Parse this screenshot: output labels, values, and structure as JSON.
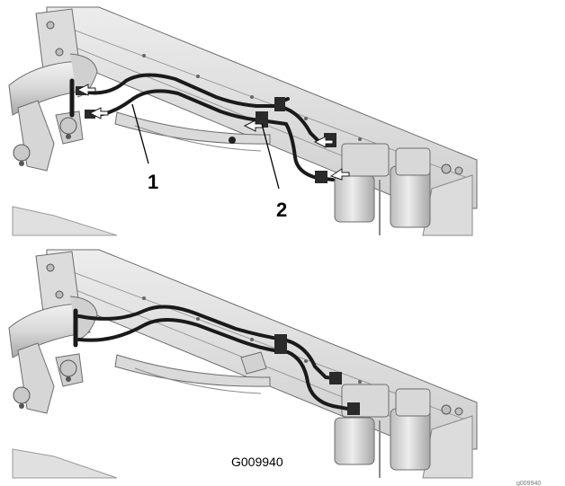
{
  "callouts": {
    "one": "1",
    "two": "2"
  },
  "figure_id": "G009940",
  "corner_id": "g009940",
  "colors": {
    "frame_fill": "#e2e2e2",
    "frame_edge": "#6d6d6d",
    "hose": "#1a1a1a",
    "filter_fill": "#d4d4d4",
    "background": "#ffffff"
  },
  "icons": [
    "frame-rail-icon",
    "hose-line-icon",
    "fuel-filter-icon",
    "clamp-icon",
    "arrow-indicator-icon"
  ]
}
